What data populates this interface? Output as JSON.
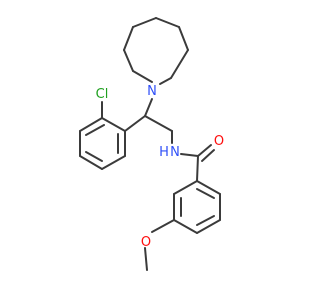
{
  "molecule": {
    "atoms": {
      "chlorine": "Cl",
      "azepane_nitrogen": "N",
      "amide_nitrogen": "N",
      "amide_hydrogen": "H",
      "carbonyl_oxygen": "O",
      "methoxy_oxygen": "O"
    },
    "colors": {
      "bond": "#3b3b3b",
      "nitrogen": "#3050f8",
      "oxygen": "#ff0d0d",
      "chlorine": "#1fa01f"
    }
  }
}
